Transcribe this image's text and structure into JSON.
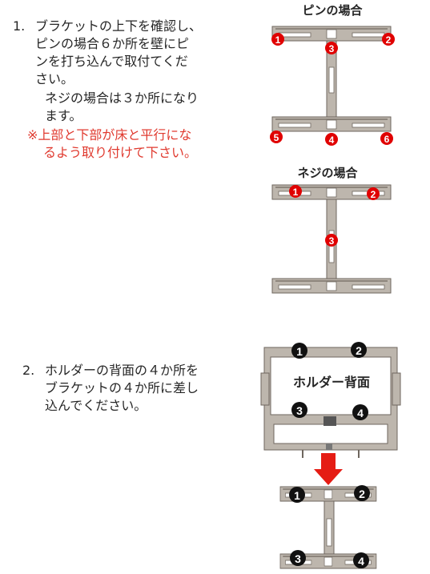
{
  "step1": {
    "number": "1.",
    "lines": [
      "ブラケットの上下を確認し、",
      "ピンの場合６か所を壁にピ",
      "ンを打ち込んで取付てくだ",
      "さい。"
    ],
    "screw_lines": [
      "ネジの場合は３か所になり",
      "ます。"
    ],
    "warning_lines": [
      "※上部と下部が床と平行にな",
      "るよう取り付けて下さい。"
    ]
  },
  "step2": {
    "number": "2.",
    "lines": [
      "ホルダーの背面の４か所を",
      "ブラケットの４か所に差し",
      "込んでください。"
    ]
  },
  "figures": {
    "pin_title": "ピンの場合",
    "screw_title": "ネジの場合",
    "holder_title": "ホルダー背面",
    "pin_markers": [
      "1",
      "2",
      "3",
      "5",
      "4",
      "6"
    ],
    "screw_markers": [
      "1",
      "2",
      "3"
    ],
    "holder_markers": [
      "1",
      "2",
      "3",
      "4"
    ],
    "bottom_markers": [
      "1",
      "2",
      "3",
      "4"
    ]
  },
  "colors": {
    "metal": "#bdb6ad",
    "metal_edge": "#6e665e",
    "red": "#e00000",
    "black": "#111111",
    "arrow": "#e51c14",
    "warning_text": "#e03a2f"
  }
}
